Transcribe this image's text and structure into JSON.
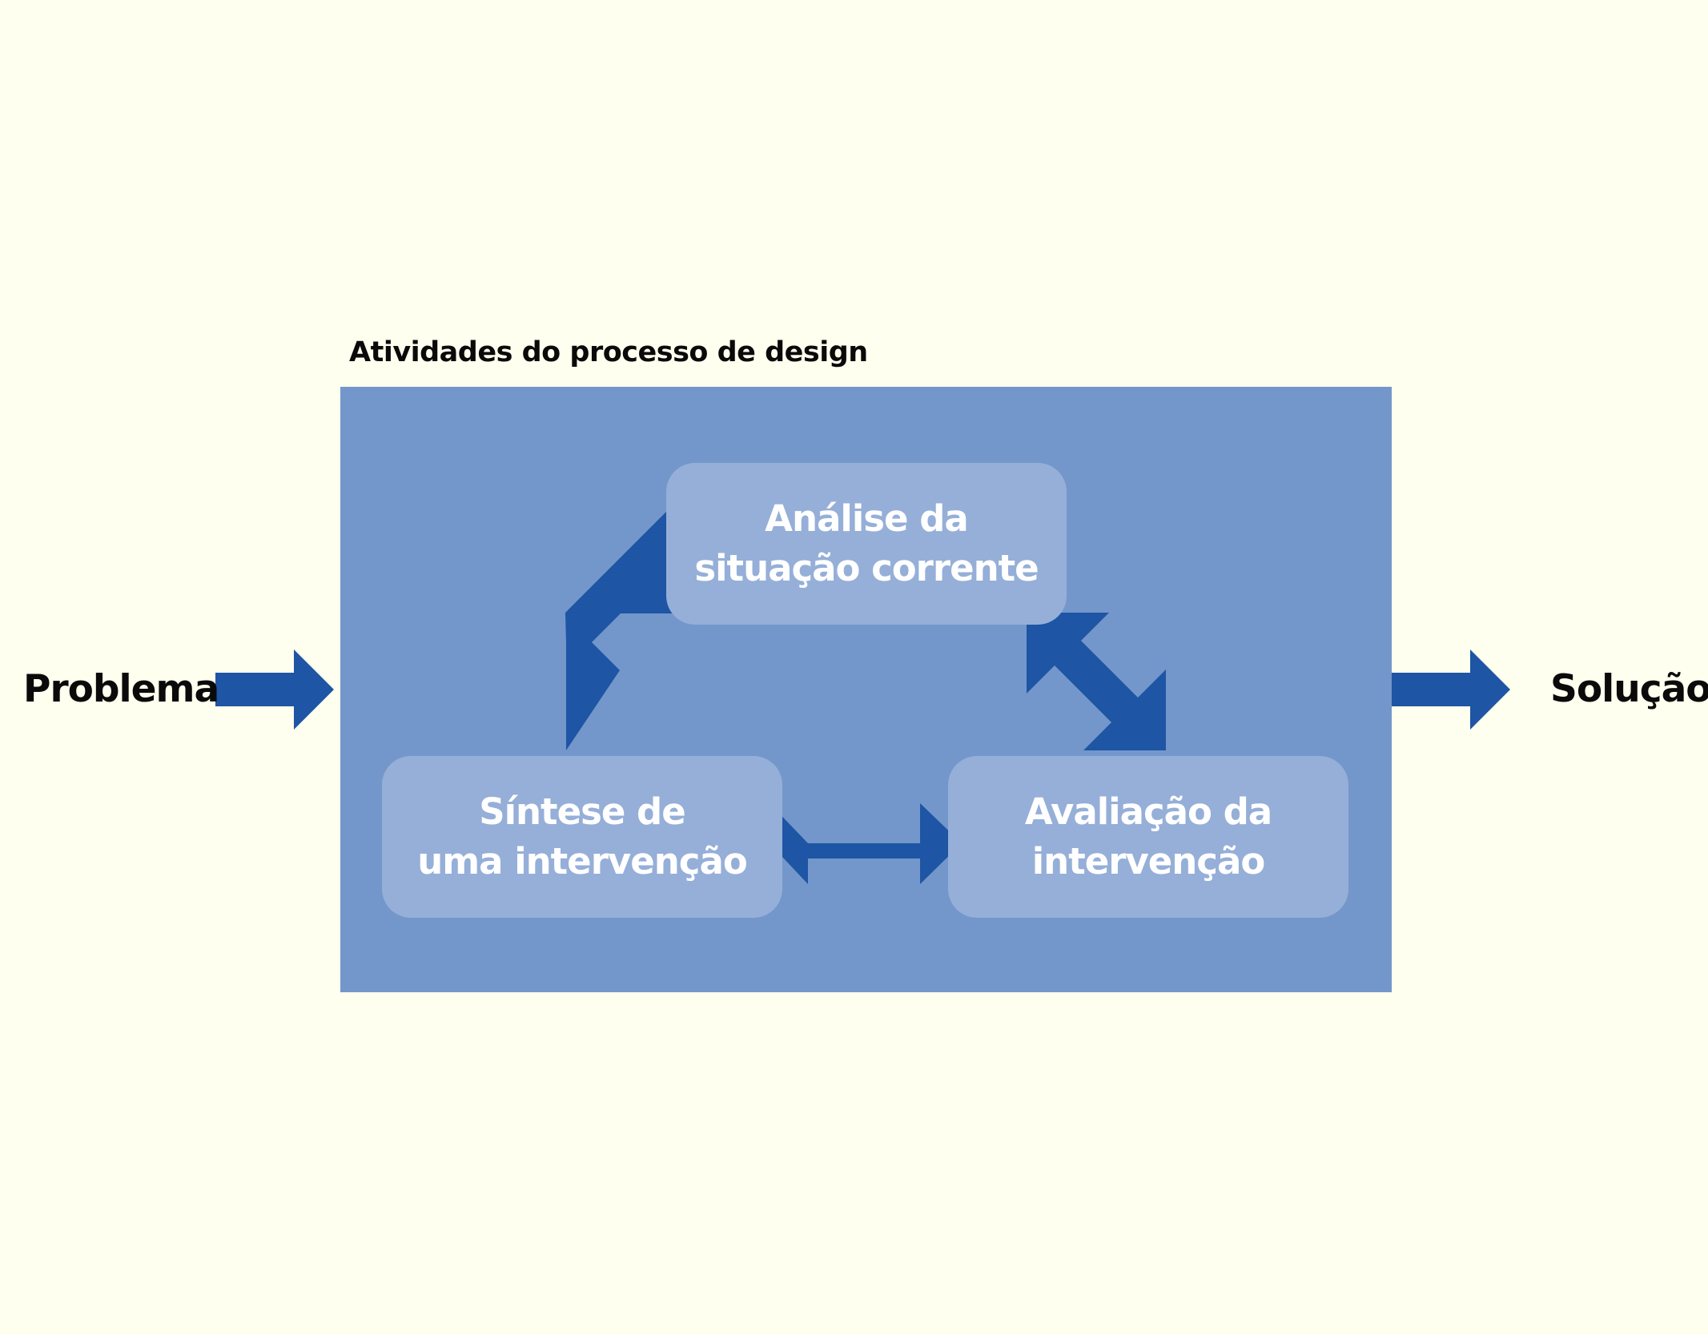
{
  "frame": {
    "title": "Atividades do processo de design"
  },
  "input_label": "Problema",
  "output_label": "Solução",
  "nodes": {
    "analysis": {
      "line1": "Análise da",
      "line2": "situação corrente"
    },
    "synthesis": {
      "line1": "Síntese de",
      "line2": "uma intervenção"
    },
    "evaluation": {
      "line1": "Avaliação da",
      "line2": "intervenção"
    }
  },
  "colors": {
    "background": "#FEFFEE",
    "frame": "#7397CB",
    "node": "#95AFD8",
    "arrow": "#1E55A4",
    "node_text": "#FFFFFF",
    "label_text": "#0A0A0A"
  }
}
